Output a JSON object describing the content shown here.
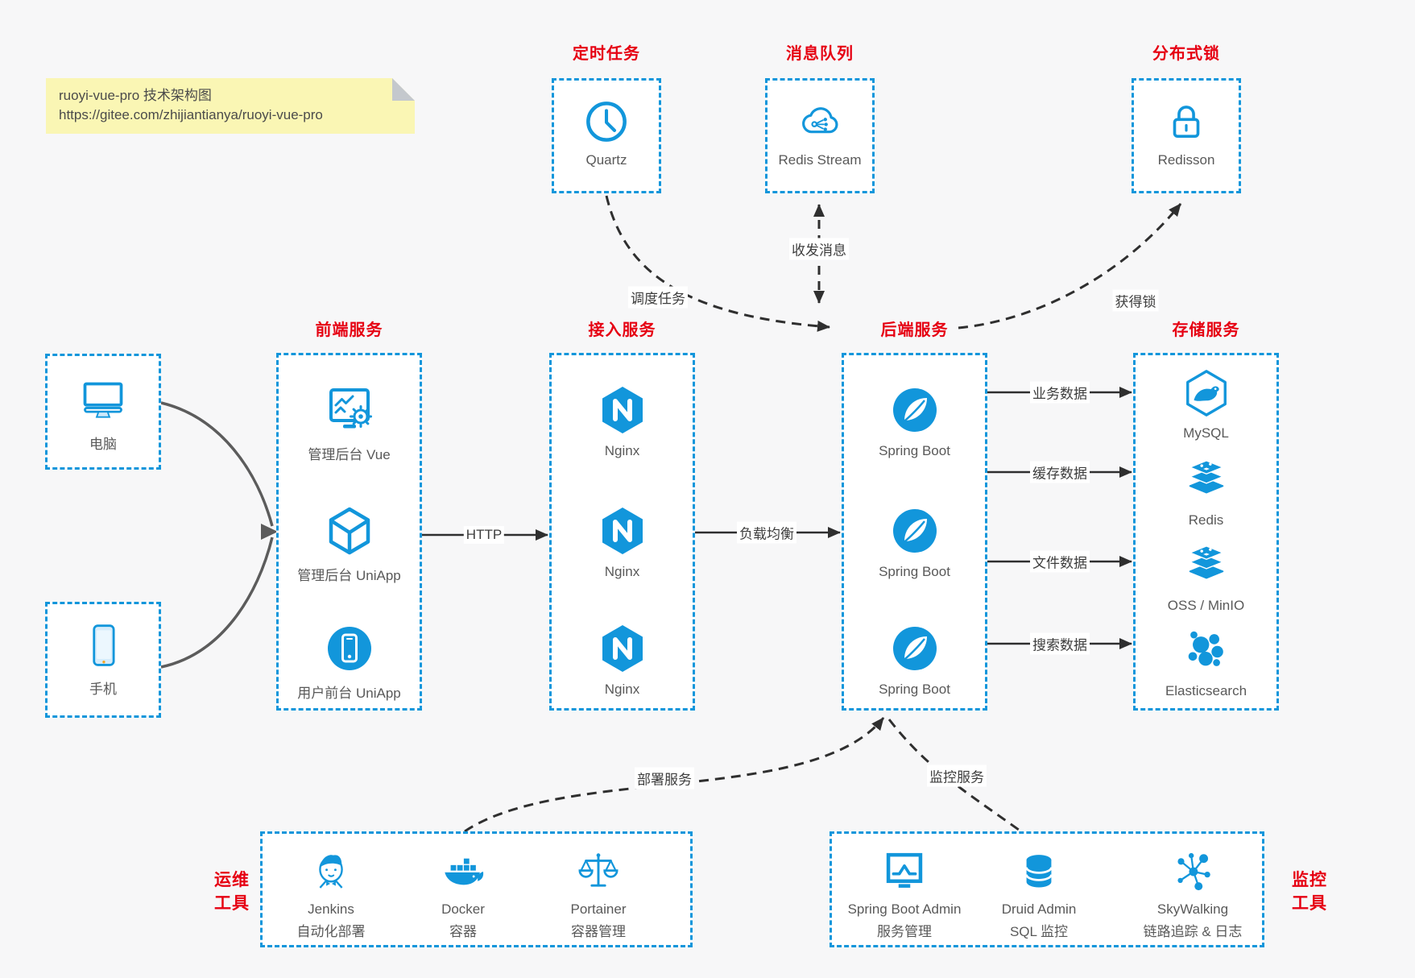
{
  "colors": {
    "accent_blue": "#1296db",
    "title_red": "#e60012",
    "label_gray": "#595959",
    "edge_dark": "#2f2f2f",
    "client_edge_gray": "#5c5c5c",
    "note_yellow": "#faf6b4",
    "box_bg": "#ffffff",
    "page_bg": "#f7f7f8"
  },
  "note": {
    "line1": "ruoyi-vue-pro 技术架构图",
    "line2": "https://gitee.com/zhijiantianya/ruoyi-vue-pro"
  },
  "top_groups": {
    "scheduler": {
      "title": "定时任务",
      "item": {
        "label": "Quartz",
        "icon": "clock-icon"
      }
    },
    "mq": {
      "title": "消息队列",
      "item": {
        "label": "Redis Stream",
        "icon": "cloud-share-icon"
      }
    },
    "lock": {
      "title": "分布式锁",
      "item": {
        "label": "Redisson",
        "icon": "padlock-icon"
      }
    }
  },
  "clients": {
    "pc": {
      "label": "电脑",
      "icon": "monitor-icon"
    },
    "mobile": {
      "label": "手机",
      "icon": "smartphone-icon"
    }
  },
  "mid_groups": {
    "frontend": {
      "title": "前端服务",
      "items": [
        {
          "label": "管理后台 Vue",
          "icon": "admin-dashboard-icon"
        },
        {
          "label": "管理后台 UniApp",
          "icon": "uniapp-cube-icon"
        },
        {
          "label": "用户前台 UniApp",
          "icon": "mobile-app-circle-icon"
        }
      ]
    },
    "gateway": {
      "title": "接入服务",
      "items": [
        {
          "label": "Nginx",
          "icon": "nginx-icon"
        },
        {
          "label": "Nginx",
          "icon": "nginx-icon"
        },
        {
          "label": "Nginx",
          "icon": "nginx-icon"
        }
      ]
    },
    "backend": {
      "title": "后端服务",
      "items": [
        {
          "label": "Spring Boot",
          "icon": "spring-leaf-icon"
        },
        {
          "label": "Spring Boot",
          "icon": "spring-leaf-icon"
        },
        {
          "label": "Spring Boot",
          "icon": "spring-leaf-icon"
        }
      ]
    },
    "storage": {
      "title": "存储服务",
      "items": [
        {
          "label": "MySQL",
          "icon": "mysql-dolphin-icon"
        },
        {
          "label": "Redis",
          "icon": "redis-stack-icon"
        },
        {
          "label": "OSS / MinIO",
          "icon": "storage-stack-icon"
        },
        {
          "label": "Elasticsearch",
          "icon": "elasticsearch-cluster-icon"
        }
      ]
    }
  },
  "bottom_groups": {
    "ops": {
      "side_title_line1": "运维",
      "side_title_line2": "工具",
      "items": [
        {
          "label": "Jenkins",
          "sublabel": "自动化部署",
          "icon": "jenkins-butler-icon"
        },
        {
          "label": "Docker",
          "sublabel": "容器",
          "icon": "docker-whale-icon"
        },
        {
          "label": "Portainer",
          "sublabel": "容器管理",
          "icon": "scales-icon"
        }
      ]
    },
    "monitor": {
      "side_title_line1": "监控",
      "side_title_line2": "工具",
      "items": [
        {
          "label": "Spring Boot Admin",
          "sublabel": "服务管理",
          "icon": "admin-monitor-icon"
        },
        {
          "label": "Druid Admin",
          "sublabel": "SQL 监控",
          "icon": "database-cylinder-icon"
        },
        {
          "label": "SkyWalking",
          "sublabel": "链路追踪 & 日志",
          "icon": "tracing-network-icon"
        }
      ]
    }
  },
  "edges": {
    "http": "HTTP",
    "load_balance": "负载均衡",
    "biz_data": "业务数据",
    "cache_data": "缓存数据",
    "file_data": "文件数据",
    "search_data": "搜索数据",
    "schedule": "调度任务",
    "messages": "收发消息",
    "acquire_lock": "获得锁",
    "deploy": "部署服务",
    "monitor": "监控服务"
  }
}
